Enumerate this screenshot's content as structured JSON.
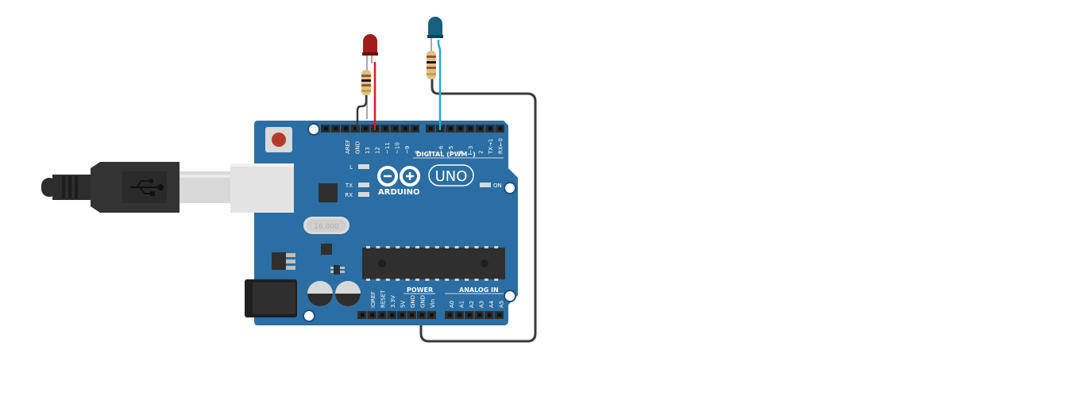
{
  "board": {
    "brand": "ARDUINO",
    "model": "UNO",
    "crystal_label": "16.000",
    "on_label": "ON",
    "led_l_label": "L",
    "led_tx_label": "TX",
    "led_rx_label": "RX",
    "digital_header_label": "DIGITAL (PWM~)",
    "power_header_label": "POWER",
    "analog_header_label": "ANALOG IN",
    "digital_pins": [
      "AREF",
      "GND",
      "13",
      "12",
      "~11",
      "~10",
      "~9",
      "8",
      "7",
      "~6",
      "~5",
      "4",
      "~3",
      "2",
      "TX→1",
      "RX←0"
    ],
    "power_pins": [
      "IOREF",
      "RESET",
      "3.3V",
      "5V",
      "GND",
      "GND",
      "Vin"
    ],
    "analog_pins": [
      "A0",
      "A1",
      "A2",
      "A3",
      "A4",
      "A5"
    ]
  },
  "components": {
    "led_red": {
      "color": "#a11c1c"
    },
    "led_blue": {
      "color": "#17607f"
    },
    "wire_red": {
      "color": "#d42020"
    },
    "wire_blue": {
      "color": "#29a7d8"
    },
    "wire_ground": {
      "color": "#3a3a3a"
    },
    "board_color": "#2b6ea3"
  }
}
